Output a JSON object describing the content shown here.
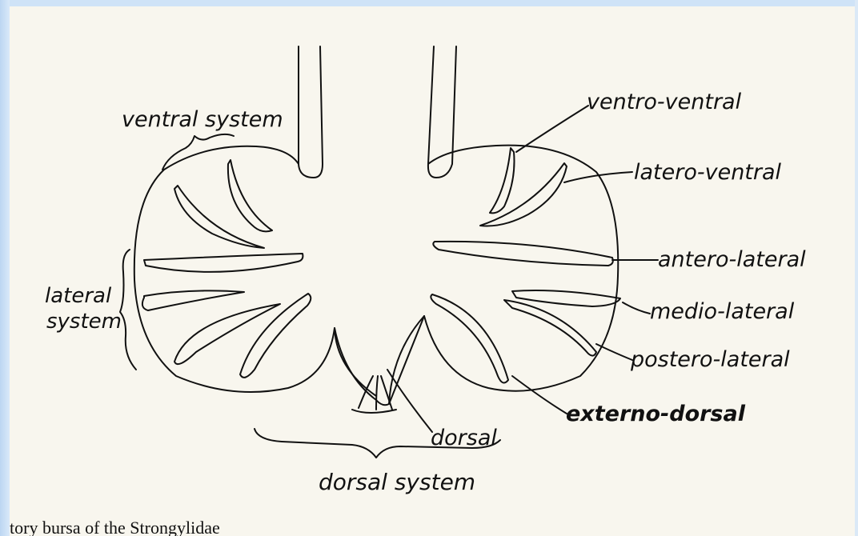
{
  "labels": {
    "ventral_system": "ventral system",
    "lateral": "lateral",
    "system": "system",
    "dorsal_system": "dorsal system",
    "ventro_ventral": "ventro-ventral",
    "latero_ventral": "latero-ventral",
    "antero_lateral": "antero-lateral",
    "medio_lateral": "medio-lateral",
    "postero_lateral": "postero-lateral",
    "externo_dorsal": "externo-dorsal",
    "dorsal": "dorsal"
  },
  "caption": "tory bursa of the Strongylidae",
  "colors": {
    "paper": "#f8f6ee",
    "ink": "#111111",
    "frame": "#cfe3f7"
  }
}
